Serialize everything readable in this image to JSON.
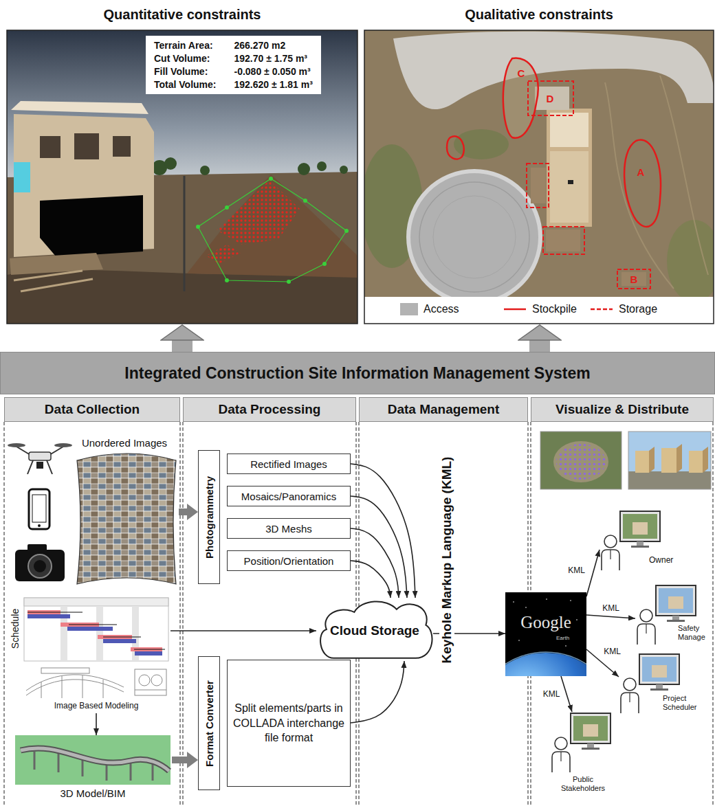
{
  "diagram": {
    "nodes": [
      {
        "text": [
          "Quantitative constraints"
        ]
      },
      {
        "text": [
          "Terrain Area:",
          "266.270 m2",
          "Cut Volume:",
          "192.70 ± 1.75 m³",
          "Fill Volume:",
          "-0.080 ± 0.050 m³",
          "Total Volume:",
          "192.620 ± 1.81 m³"
        ],
        "in": 0
      },
      {
        "text": [
          "Qualitative constraints"
        ]
      },
      {
        "text": [
          "Integrated Construction Site Information Management System"
        ]
      },
      {
        "text": [
          "Data Collection"
        ],
        "in": 3
      },
      {
        "text": [
          "Data Processing"
        ],
        "in": 3
      },
      {
        "text": [
          "Data Management"
        ],
        "in": 3
      },
      {
        "text": [
          "Visualize & Distribute"
        ],
        "in": 3
      },
      {
        "text": [
          "Unordered Images"
        ],
        "in": 4
      },
      {
        "text": [
          "Schedule"
        ],
        "in": 4
      },
      {
        "text": [
          "Image Based Modeling"
        ],
        "in": 4
      },
      {
        "text": [
          "3D Model/BIM"
        ],
        "in": 4
      },
      {
        "text": [
          "Photogrammetry"
        ],
        "in": 5
      },
      {
        "text": [
          "Rectified Images"
        ],
        "in": 5
      },
      {
        "text": [
          "Mosaics/Panoramics"
        ],
        "in": 5
      },
      {
        "text": [
          "3D Meshs"
        ],
        "in": 5
      },
      {
        "text": [
          "Position/Orientation"
        ],
        "in": 5
      },
      {
        "text": [
          "Format Converter"
        ],
        "in": 5
      },
      {
        "text": [
          "Split elements/parts in COLLADA interchange file format"
        ],
        "in": 5
      },
      {
        "text": [
          "Cloud Storage"
        ],
        "in": 6
      },
      {
        "text": [
          "Google",
          "Earth"
        ],
        "in": 3
      },
      {
        "text": [
          "Owner"
        ],
        "in": 7
      },
      {
        "text": [
          "Safety Manage"
        ],
        "in": 7
      },
      {
        "text": [
          "Project Scheduler"
        ],
        "in": 7
      },
      {
        "text": [
          "Public Stakeholders"
        ],
        "in": 7
      }
    ],
    "edges": [
      {
        "from": 3,
        "to": 0,
        "arrow": "to"
      },
      {
        "from": 3,
        "to": 2,
        "arrow": "to"
      },
      {
        "from": 8,
        "to": 12,
        "arrow": "to"
      },
      {
        "from": 10,
        "to": 11,
        "arrow": "to"
      },
      {
        "from": 11,
        "to": 17,
        "arrow": "to"
      },
      {
        "from": 9,
        "to": 19,
        "arrow": "to"
      },
      {
        "from": 13,
        "to": 19,
        "arrow": "to"
      },
      {
        "from": 14,
        "to": 19,
        "arrow": "to"
      },
      {
        "from": 15,
        "to": 19,
        "arrow": "to"
      },
      {
        "from": 16,
        "to": 19,
        "arrow": "to"
      },
      {
        "from": 18,
        "to": 19,
        "arrow": "to"
      },
      {
        "from": 19,
        "to": 20,
        "arrow": "to"
      },
      {
        "from": 20,
        "to": 21,
        "arrow": "to",
        "label": "KML"
      },
      {
        "from": 20,
        "to": 22,
        "arrow": "to",
        "label": "KML"
      },
      {
        "from": 20,
        "to": 23,
        "arrow": "to",
        "label": "KML"
      },
      {
        "from": 20,
        "to": 24,
        "arrow": "to",
        "label": "KML"
      }
    ],
    "labels": [
      "C",
      "D",
      "A",
      "B",
      "Keyhole Markup Language (KML)"
    ],
    "legend": [
      {
        "text": "Access",
        "color": "#b3b3b3"
      },
      {
        "text": "Stockpile"
      },
      {
        "text": "Storage"
      }
    ]
  }
}
